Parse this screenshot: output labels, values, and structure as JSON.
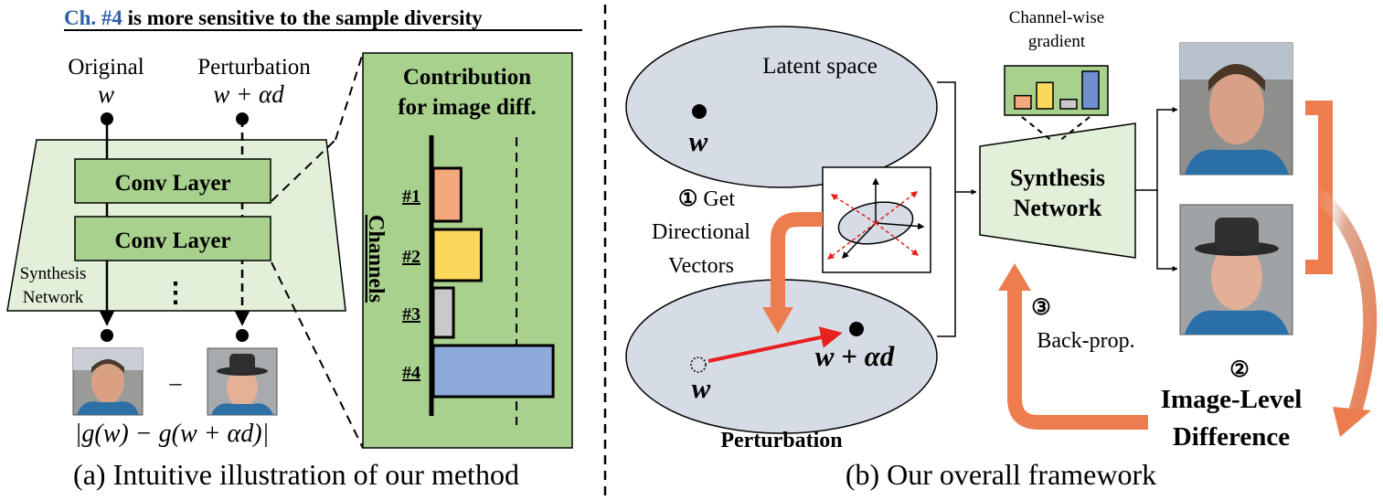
{
  "left_panel": {
    "header_ch": "Ch. #4",
    "header_rest": " is more sensitive to the sample diversity",
    "original_label": "Original",
    "original_var": "w",
    "perturb_label": "Perturbation",
    "perturb_var": "w + αd",
    "conv_layer_1": "Conv Layer",
    "conv_layer_2": "Conv Layer",
    "ellipsis": "⋮",
    "synthesis_line1": "Synthesis",
    "synthesis_line2": "Network",
    "minus": "–",
    "diff_formula": "|g(w) − g(w + αd)|",
    "caption": "(a) Intuitive illustration of our method"
  },
  "contribution_chart": {
    "title_line1": "Contribution",
    "title_line2": "for image diff.",
    "axis_label": "Channels",
    "chart_data": {
      "type": "bar",
      "orientation": "horizontal",
      "categories": [
        "#1",
        "#2",
        "#3",
        "#4"
      ],
      "values": [
        0.22,
        0.38,
        0.16,
        0.95
      ],
      "xlim": [
        0,
        1
      ],
      "threshold": 0.66,
      "colors": [
        "#f4a97c",
        "#f9d85c",
        "#c9c9c9",
        "#8eaadb"
      ],
      "title": "Contribution for image diff.",
      "ylabel": "Channels"
    }
  },
  "right_panel": {
    "latent_space": "Latent space",
    "w_var": "w",
    "gradient_title_line1": "Channel-wise",
    "gradient_title_line2": "gradient",
    "gradient_bars": [
      0.35,
      0.7,
      0.25,
      1.0
    ],
    "gradient_colors": [
      "#f4a97c",
      "#f9d85c",
      "#c9c9c9",
      "#6f8fcf"
    ],
    "synthesis_line1": "Synthesis",
    "synthesis_line2": "Network",
    "step1_num": "①",
    "step1_line1": "Get",
    "step1_line2": "Directional",
    "step1_line3": "Vectors",
    "perturbed_var": "w + αd",
    "w_dashed_var": "w",
    "perturbation_label": "Perturbation",
    "step3_num": "③",
    "step3_label": "Back-prop.",
    "step2_num": "②",
    "step2_line1": "Image-Level",
    "step2_line2": "Difference",
    "caption": "(b) Our overall framework"
  },
  "colors": {
    "green_fill": "#a9d18e",
    "light_green": "#e2efd9",
    "latent_fill": "#d6dce5",
    "orange": "#ed7d4f",
    "header_blue": "#2e5fa8",
    "red_arrow": "#e8201e"
  }
}
